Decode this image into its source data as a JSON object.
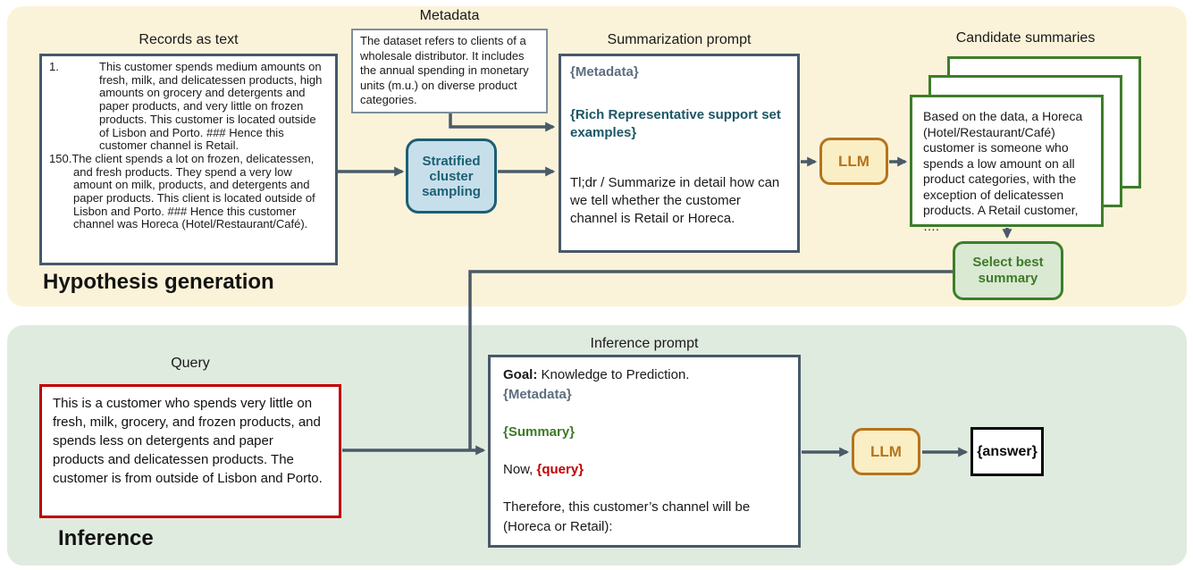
{
  "sections": {
    "hypothesis": {
      "title": "Hypothesis generation"
    },
    "inference": {
      "title": "Inference"
    }
  },
  "records": {
    "label": "Records as text",
    "items": [
      {
        "num": "1.",
        "text": "This customer spends medium amounts on fresh, milk, and delicatessen products, high amounts on grocery and detergents and paper products, and very little on frozen products. This customer is located outside of Lisbon and Porto. ### Hence this customer channel is Retail."
      },
      {
        "num": "150.",
        "text": "The client spends a lot on frozen, delicatessen, and fresh products. They spend a very low amount on milk, products, and detergents and paper products. This client is located outside of Lisbon and Porto. ### Hence this customer channel was Horeca (Hotel/Restaurant/Café)."
      }
    ]
  },
  "metadata_box": {
    "label": "Metadata",
    "text": "The dataset refers to clients of a wholesale distributor. It includes the annual spending in monetary units (m.u.) on diverse product categories."
  },
  "sampling": {
    "label": "Stratified cluster sampling"
  },
  "summarization_prompt": {
    "label": "Summarization prompt",
    "metadata_placeholder": "{Metadata}",
    "support_placeholder": "{Rich Representative support set examples}",
    "instruction": "Tl;dr / Summarize in detail how can we tell whether the customer channel is Retail or Horeca."
  },
  "llm_top": {
    "label": "LLM"
  },
  "candidate_summaries": {
    "label": "Candidate summaries",
    "front_text": "Based on the data, a Horeca (Hotel/Restaurant/Café) customer is someone who spends a low amount on all product categories, with the exception of delicatessen products. A Retail customer, …."
  },
  "select_best": {
    "label": "Select best summary"
  },
  "query": {
    "label": "Query",
    "text": "This is a customer who spends very little on fresh, milk, grocery, and frozen products, and spends less on detergents and paper products and delicatessen products. The customer is from outside of Lisbon and Porto."
  },
  "inference_prompt": {
    "label": "Inference prompt",
    "goal_bold": "Goal:",
    "goal_rest": " Knowledge to Prediction.",
    "metadata_placeholder": "{Metadata}",
    "summary_placeholder": "{Summary}",
    "now_prefix": "Now, ",
    "query_placeholder": "{query}",
    "conclusion": "Therefore, this customer’s channel will be (Horeca or Retail):"
  },
  "llm_bottom": {
    "label": "LLM"
  },
  "answer": {
    "label": "{answer}"
  },
  "colors": {
    "cream_background": "#fbf3d9",
    "green_background": "#e0ebdf",
    "slate_border": "#47586a",
    "arrow": "#4a5a68",
    "metadata_border": "#7e8f9e",
    "sampling_fill": "#c7dfeb",
    "sampling_teal": "#1c5f74",
    "llm_fill": "#faeec5",
    "llm_orange": "#b5741c",
    "summary_green_border": "#3e7d2b",
    "select_fill": "#d9e9d2",
    "select_text": "#3e7a28",
    "query_red": "#c00000",
    "placeholder_gray": "#5d6e7e",
    "support_teal": "#1c5665",
    "answer_border": "#0a0a0a"
  }
}
